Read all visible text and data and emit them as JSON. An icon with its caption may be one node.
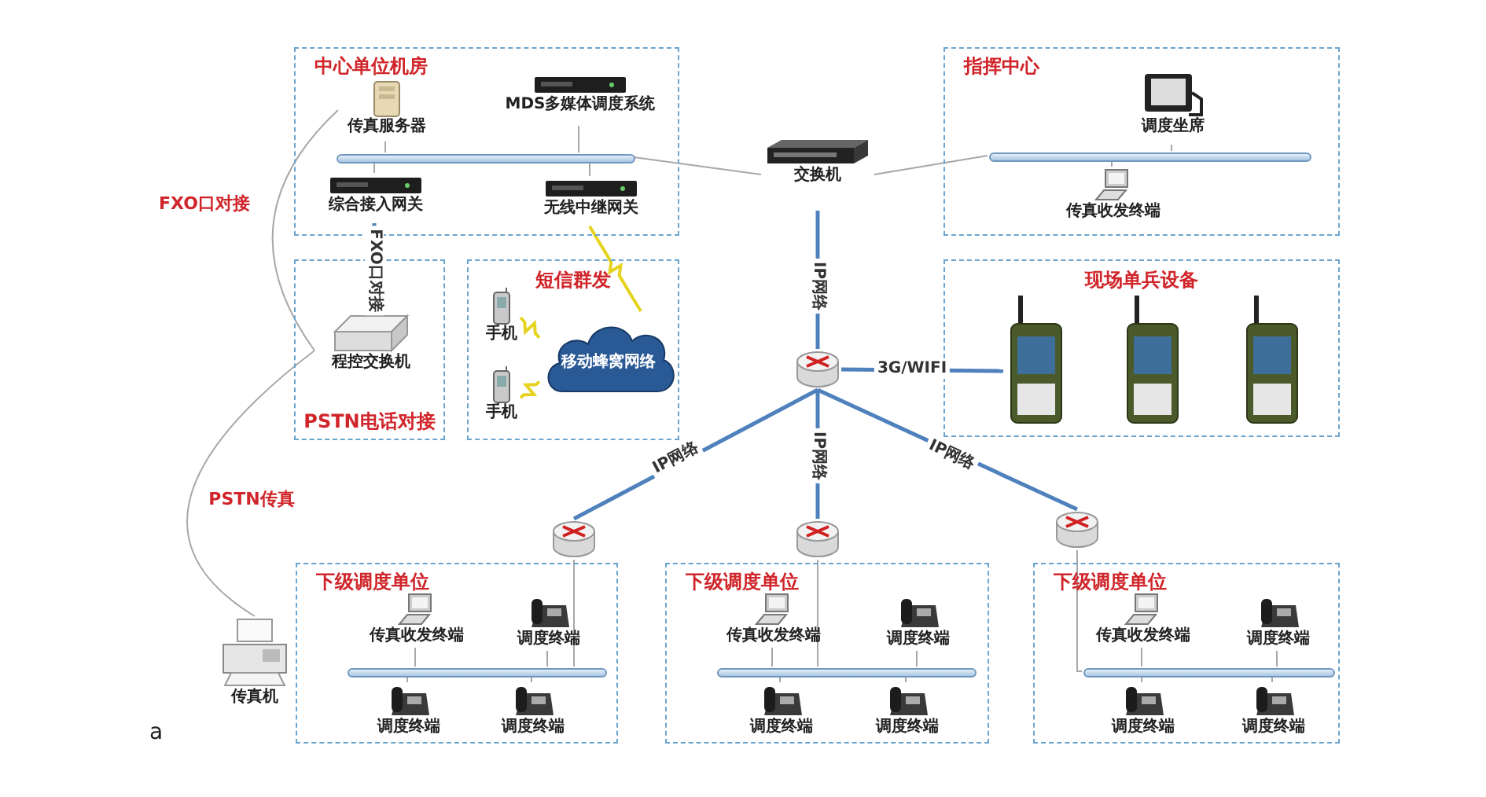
{
  "diagram": {
    "nodes": [
      {
        "text": [
          "中心单位机房"
        ]
      },
      {
        "text": [
          "传真服务器"
        ],
        "in": 0
      },
      {
        "text": [
          "MDS多媒体调度系统"
        ],
        "in": 0
      },
      {
        "text": [],
        "shape": "bar",
        "in": 0
      },
      {
        "text": [
          "综合接入网关"
        ],
        "in": 0
      },
      {
        "text": [
          "无线中继网关"
        ],
        "in": 0
      },
      {
        "text": [
          "交换机"
        ]
      },
      {
        "text": [
          "指挥中心"
        ]
      },
      {
        "text": [
          "调度坐席"
        ],
        "in": 7
      },
      {
        "text": [],
        "shape": "bar",
        "in": 7
      },
      {
        "text": [
          "传真收发终端"
        ],
        "in": 7
      },
      {
        "text": [
          "PSTN电话对接"
        ]
      },
      {
        "text": [
          "程控交换机"
        ],
        "in": 11
      },
      {
        "text": [
          "短信群发"
        ]
      },
      {
        "text": [
          "手机"
        ],
        "in": 13
      },
      {
        "text": [
          "手机"
        ],
        "in": 13
      },
      {
        "text": [
          "移动蜂窝网络"
        ],
        "in": 13
      },
      {
        "text": [
          "现场单兵设备"
        ]
      },
      {
        "text": [],
        "shape": "picture",
        "in": 17
      },
      {
        "text": [],
        "shape": "picture",
        "in": 17
      },
      {
        "text": [],
        "shape": "picture",
        "in": 17
      },
      {
        "text": [],
        "shape": "cylinder"
      },
      {
        "text": [],
        "shape": "cylinder"
      },
      {
        "text": [],
        "shape": "cylinder"
      },
      {
        "text": [],
        "shape": "cylinder"
      },
      {
        "text": [
          "传真机"
        ]
      },
      {
        "text": [
          "下级调度单位"
        ]
      },
      {
        "text": [
          "传真收发终端"
        ],
        "in": 26
      },
      {
        "text": [
          "调度终端"
        ],
        "in": 26
      },
      {
        "text": [],
        "shape": "bar",
        "in": 26
      },
      {
        "text": [
          "调度终端"
        ],
        "in": 26
      },
      {
        "text": [
          "调度终端"
        ],
        "in": 26
      },
      {
        "text": [
          "下级调度单位"
        ]
      },
      {
        "text": [
          "传真收发终端"
        ],
        "in": 32
      },
      {
        "text": [
          "调度终端"
        ],
        "in": 32
      },
      {
        "text": [],
        "shape": "bar",
        "in": 32
      },
      {
        "text": [
          "调度终端"
        ],
        "in": 32
      },
      {
        "text": [
          "调度终端"
        ],
        "in": 32
      },
      {
        "text": [
          "下级调度单位"
        ]
      },
      {
        "text": [
          "传真收发终端"
        ],
        "in": 38
      },
      {
        "text": [
          "调度终端"
        ],
        "in": 38
      },
      {
        "text": [],
        "shape": "bar",
        "in": 38
      },
      {
        "text": [
          "调度终端"
        ],
        "in": 38
      },
      {
        "text": [
          "调度终端"
        ],
        "in": 38
      }
    ],
    "edges": [
      {
        "from": 1,
        "to": 3,
        "arrow": "none"
      },
      {
        "from": 2,
        "to": 3,
        "arrow": "none"
      },
      {
        "from": 4,
        "to": 3,
        "arrow": "none"
      },
      {
        "from": 5,
        "to": 3,
        "arrow": "none"
      },
      {
        "from": 3,
        "to": 6,
        "arrow": "none"
      },
      {
        "from": 6,
        "to": 9,
        "arrow": "none"
      },
      {
        "from": 8,
        "to": 9,
        "arrow": "none"
      },
      {
        "from": 10,
        "to": 9,
        "arrow": "none"
      },
      {
        "from": 4,
        "to": 12,
        "arrow": "none",
        "label": "FXO口对接",
        "style": "thick",
        "color": "#4f81bd"
      },
      {
        "from": 5,
        "to": 16,
        "arrow": "none",
        "color": "#e5d320"
      },
      {
        "from": 14,
        "to": 16,
        "arrow": "none",
        "color": "#e5d320"
      },
      {
        "from": 15,
        "to": 16,
        "arrow": "none",
        "color": "#e5d320"
      },
      {
        "from": 6,
        "to": 21,
        "arrow": "none",
        "label": "IP网络",
        "style": "thick",
        "color": "#4f81bd"
      },
      {
        "from": 21,
        "to": 18,
        "arrow": "none",
        "label": "3G/WIFI",
        "style": "thick",
        "color": "#4f81bd"
      },
      {
        "from": 21,
        "to": 22,
        "arrow": "none",
        "label": "IP网络",
        "style": "thick",
        "color": "#4f81bd"
      },
      {
        "from": 21,
        "to": 23,
        "arrow": "none",
        "label": "IP网络",
        "style": "thick",
        "color": "#4f81bd"
      },
      {
        "from": 21,
        "to": 24,
        "arrow": "none",
        "label": "IP网络",
        "style": "thick",
        "color": "#4f81bd"
      },
      {
        "from": 22,
        "to": 29,
        "arrow": "none"
      },
      {
        "from": 23,
        "to": 35,
        "arrow": "none"
      },
      {
        "from": 24,
        "to": 41,
        "arrow": "none"
      },
      {
        "from": 27,
        "to": 29,
        "arrow": "none"
      },
      {
        "from": 28,
        "to": 29,
        "arrow": "none"
      },
      {
        "from": 30,
        "to": 29,
        "arrow": "none"
      },
      {
        "from": 31,
        "to": 29,
        "arrow": "none"
      },
      {
        "from": 33,
        "to": 35,
        "arrow": "none"
      },
      {
        "from": 34,
        "to": 35,
        "arrow": "none"
      },
      {
        "from": 36,
        "to": 35,
        "arrow": "none"
      },
      {
        "from": 37,
        "to": 35,
        "arrow": "none"
      },
      {
        "from": 39,
        "to": 41,
        "arrow": "none"
      },
      {
        "from": 40,
        "to": 41,
        "arrow": "none"
      },
      {
        "from": 42,
        "to": 41,
        "arrow": "none"
      },
      {
        "from": 43,
        "to": 41,
        "arrow": "none"
      },
      {
        "from": 1,
        "to": 12,
        "arrow": "none",
        "label": "FXO口对接"
      },
      {
        "from": 12,
        "to": 25,
        "arrow": "none",
        "label": "PSTN传真"
      }
    ],
    "labels": [
      "a"
    ]
  }
}
